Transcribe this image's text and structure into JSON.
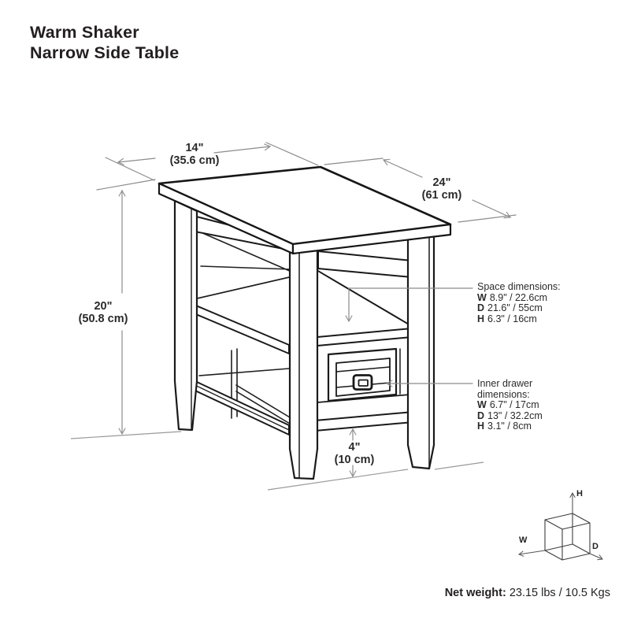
{
  "title": {
    "line1": "Warm Shaker",
    "line2": "Narrow Side Table"
  },
  "dimensions": {
    "width": {
      "inches": "14\"",
      "metric": "(35.6 cm)"
    },
    "depth": {
      "inches": "24\"",
      "metric": "(61 cm)"
    },
    "height": {
      "inches": "20\"",
      "metric": "(50.8 cm)"
    },
    "shelf_clearance": {
      "inches": "4\"",
      "metric": "(10 cm)"
    }
  },
  "space_dimensions": {
    "heading": "Space dimensions:",
    "rows": [
      {
        "label": "W",
        "value": "8.9\" / 22.6cm"
      },
      {
        "label": "D",
        "value": "21.6\" / 55cm"
      },
      {
        "label": "H",
        "value": "6.3\" / 16cm"
      }
    ]
  },
  "inner_drawer_dimensions": {
    "heading_line1": "Inner drawer",
    "heading_line2": "dimensions:",
    "rows": [
      {
        "label": "W",
        "value": "6.7\" / 17cm"
      },
      {
        "label": "D",
        "value": "13\" / 32.2cm"
      },
      {
        "label": "H",
        "value": "3.1\" / 8cm"
      }
    ]
  },
  "axis_legend": {
    "width_label": "W",
    "depth_label": "D",
    "height_label": "H"
  },
  "net_weight": {
    "label": "Net weight:",
    "value": "23.15 lbs / 10.5 Kgs"
  },
  "colors": {
    "line": "#1a1a1a",
    "dimension_line": "#8c8c8c",
    "text": "#231f20"
  }
}
